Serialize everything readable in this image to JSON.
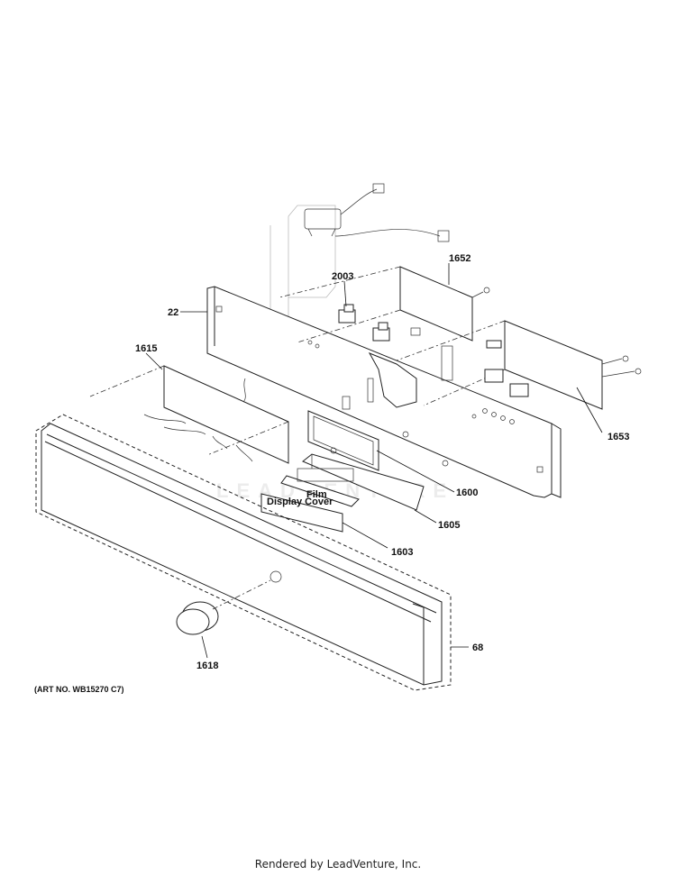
{
  "watermark": "LEADVENTURE",
  "callouts": {
    "p22": "22",
    "p68": "68",
    "p1600": "1600",
    "p1603": "1603",
    "p1605": "1605",
    "p1615": "1615",
    "p1618": "1618",
    "p1652": "1652",
    "p1653": "1653",
    "p2003": "2003"
  },
  "part_labels": {
    "film": "Film",
    "display_cover": "Display Cover"
  },
  "art_number": "(ART NO. WB15270 C7)",
  "footer": "Rendered by LeadVenture, Inc."
}
